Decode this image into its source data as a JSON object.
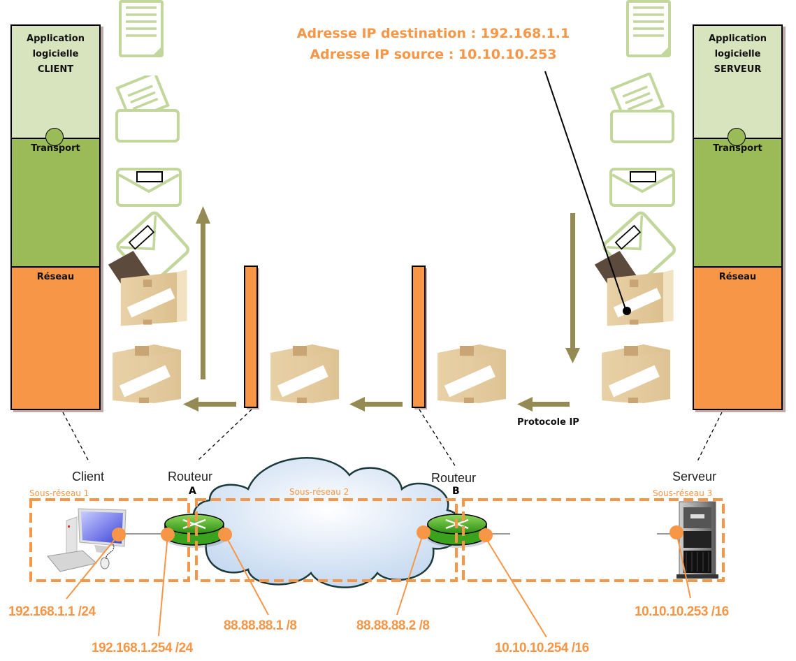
{
  "header": {
    "dest_line": "Adresse IP destination : 192.168.1.1",
    "src_line": "Adresse IP source : 10.10.10.253"
  },
  "client_stack": {
    "application": [
      "Application",
      "logicielle",
      "CLIENT"
    ],
    "transport": "Transport",
    "reseau": "Réseau"
  },
  "server_stack": {
    "application": [
      "Application",
      "logicielle",
      "SERVEUR"
    ],
    "transport": "Transport",
    "reseau": "Réseau"
  },
  "protocol_label": "Protocole IP",
  "devices": {
    "client": "Client",
    "router_a": "Routeur",
    "router_a_letter": "A",
    "router_b": "Routeur",
    "router_b_letter": "B",
    "server": "Serveur"
  },
  "subnets": [
    "Sous-réseau 1",
    "Sous-réseau 2",
    "Sous-réseau 3"
  ],
  "ip_addresses": {
    "client": "192.168.1.1 /24",
    "router_a_lan": "192.168.1.254 /24",
    "router_a_wan": "88.88.88.1 /8",
    "router_b_wan": "88.88.88.2 /8",
    "router_b_lan": "10.10.10.254 /16",
    "server": "10.10.10.253 /16"
  },
  "icons": {
    "document": "document-icon",
    "letter_in_envelope": "letter-envelope-icon",
    "sealed_envelope": "envelope-icon",
    "open_box": "open-box-icon",
    "closed_box": "box-icon",
    "router": "router-icon",
    "computer": "computer-icon",
    "server": "server-icon",
    "cloud": "cloud-icon"
  },
  "colors": {
    "application": "#d7e4bd",
    "transport": "#9bbb59",
    "reseau": "#f79646",
    "arrow": "#948a54",
    "icon_outline": "#c3d69b",
    "accent": "#f79646"
  }
}
